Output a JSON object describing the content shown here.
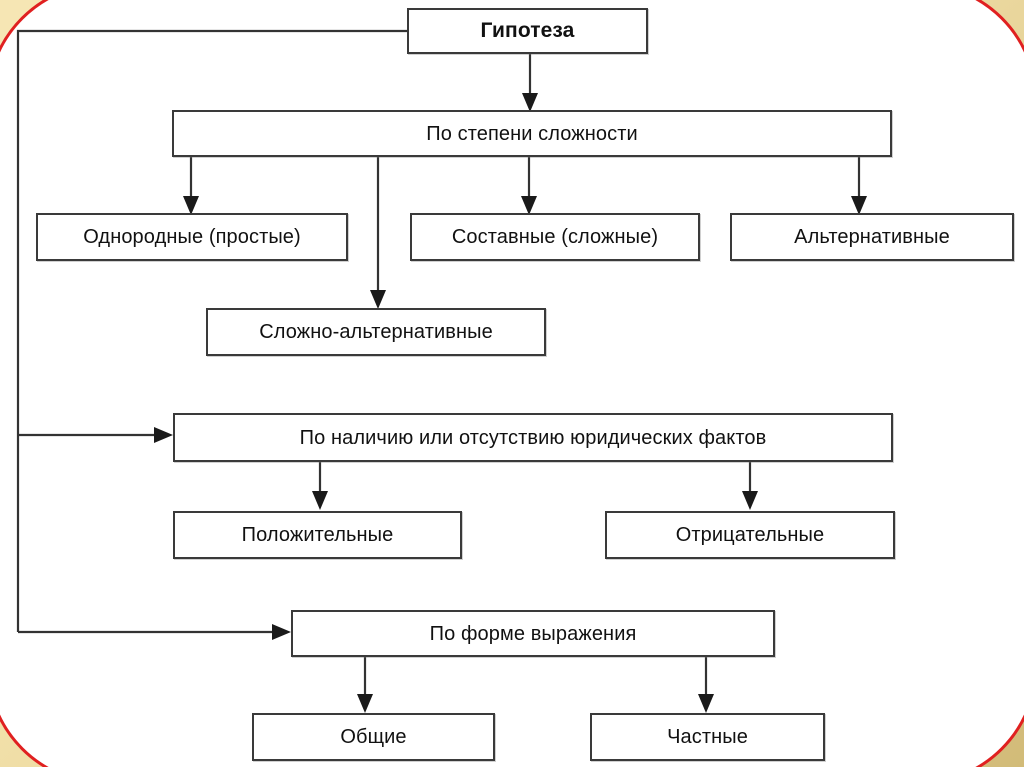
{
  "diagram": {
    "title_text": "Гипотеза",
    "type": "hierarchy-tree",
    "language": "ru",
    "colors": {
      "border_accent": "#e02020",
      "page_background": "#f4e3ad",
      "page_background_dark": "#d2bb78",
      "card_background": "#ffffff",
      "node_border": "#3a3a3a",
      "connector": "#333333",
      "text": "#111111"
    },
    "root": {
      "label": "Гипотеза"
    },
    "branches": [
      {
        "id": "by-complexity",
        "label": "По степени сложности",
        "children": [
          {
            "id": "homogeneous",
            "label": "Однородные (простые)"
          },
          {
            "id": "composite",
            "label": "Составные (сложные)"
          },
          {
            "id": "alternative",
            "label": "Альтернативные"
          },
          {
            "id": "complex-alternative",
            "label": "Сложно-альтернативные"
          }
        ]
      },
      {
        "id": "by-legal-facts",
        "label": "По наличию или отсутствию юридических фактов",
        "children": [
          {
            "id": "positive",
            "label": "Положительные"
          },
          {
            "id": "negative",
            "label": "Отрицательные"
          }
        ]
      },
      {
        "id": "by-form",
        "label": "По форме выражения",
        "children": [
          {
            "id": "general",
            "label": "Общие"
          },
          {
            "id": "particular",
            "label": "Частные"
          }
        ]
      }
    ]
  }
}
